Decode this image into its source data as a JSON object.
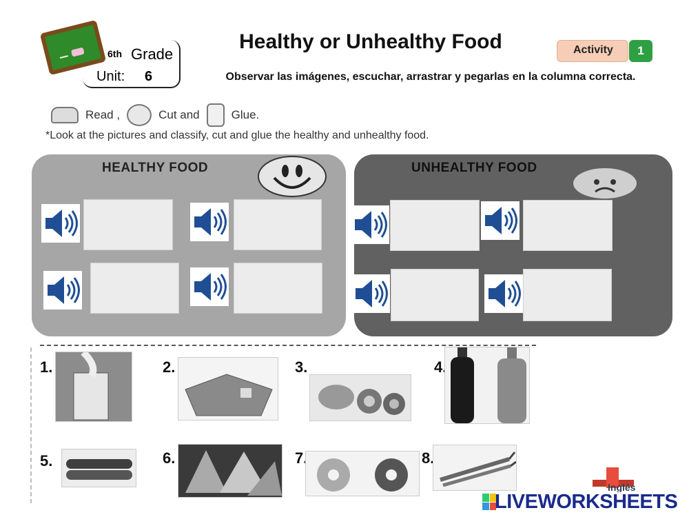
{
  "header": {
    "grade_number": "6th",
    "grade_word": "Grade",
    "unit_word": "Unit:",
    "unit_number": "6",
    "title": "Healthy or Unhealthy Food",
    "subtitle": "Observar las imágenes, escuchar, arrastrar y pegarlas en la columna correcta.",
    "activity_label": "Activity",
    "activity_number": "1"
  },
  "instructions": {
    "read": "Read ,",
    "cut": "Cut  and",
    "glue": "Glue.",
    "line": "*Look at the pictures and classify, cut and glue  the healthy and unhealthy food."
  },
  "panels": {
    "healthy_title": "HEALTHY  FOOD",
    "unhealthy_title": "UNHEALTHY  FOOD"
  },
  "items": [
    {
      "number": "1.",
      "icon": "milk-glass-icon"
    },
    {
      "number": "2.",
      "icon": "cake-icon"
    },
    {
      "number": "3.",
      "icon": "eggs-icon"
    },
    {
      "number": "4.",
      "icon": "soda-bottles-icon"
    },
    {
      "number": "5.",
      "icon": "cucumbers-icon"
    },
    {
      "number": "6.",
      "icon": "watermelon-icon"
    },
    {
      "number": "7.",
      "icon": "donuts-icon"
    },
    {
      "number": "8.",
      "icon": "carrots-icon"
    }
  ],
  "branding": {
    "ingles": "Inglés",
    "liveworksheets": "LIVEWORKSHEETS"
  },
  "colors": {
    "healthy_panel": "#a6a6a6",
    "unhealthy_panel": "#616161",
    "speaker_blue": "#1f4e94",
    "activity_green": "#2ea043",
    "activity_peach": "#f6cdb6",
    "logo_blue": "#1a2a8c"
  }
}
